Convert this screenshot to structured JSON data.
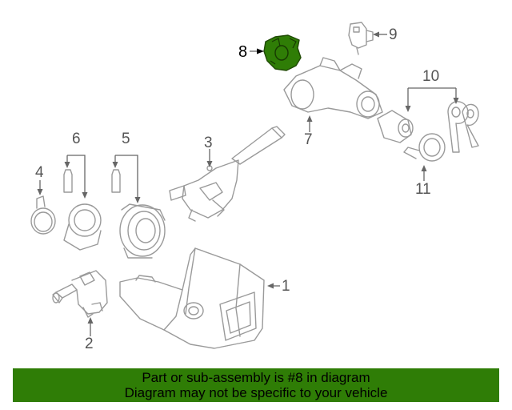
{
  "diagram": {
    "highlight_color": "#2f7d06",
    "callouts": [
      "1",
      "2",
      "3",
      "4",
      "5",
      "6",
      "7",
      "8",
      "9",
      "10",
      "11"
    ]
  },
  "banner": {
    "line1": "Part or sub-assembly is #8 in diagram",
    "line2": "Diagram may not be specific to your vehicle",
    "background": "#2f7d06"
  }
}
